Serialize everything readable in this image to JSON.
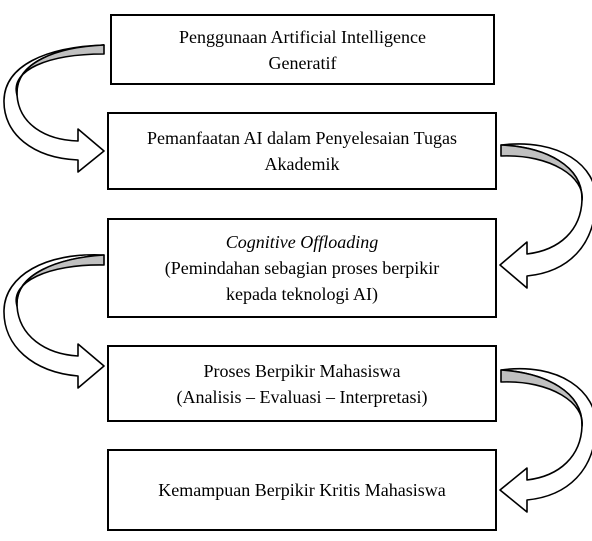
{
  "diagram": {
    "boxes": [
      {
        "lines": [
          "Penggunaan Artificial Intelligence",
          "Generatif"
        ]
      },
      {
        "lines": [
          "Pemanfaatan AI dalam Penyelesaian Tugas",
          "Akademik"
        ]
      },
      {
        "lines": [
          "Cognitive Offloading",
          "(Pemindahan sebagian proses berpikir",
          "kepada teknologi AI)"
        ]
      },
      {
        "lines": [
          "Proses Berpikir Mahasiswa",
          "(Analisis – Evaluasi – Interpretasi)"
        ]
      },
      {
        "lines": [
          "Kemampuan Berpikir Kritis Mahasiswa"
        ]
      }
    ],
    "colors": {
      "arrow_fill_top": "#c0c0c0",
      "arrow_fill_bottom": "#ffffff",
      "border": "#000000"
    }
  }
}
